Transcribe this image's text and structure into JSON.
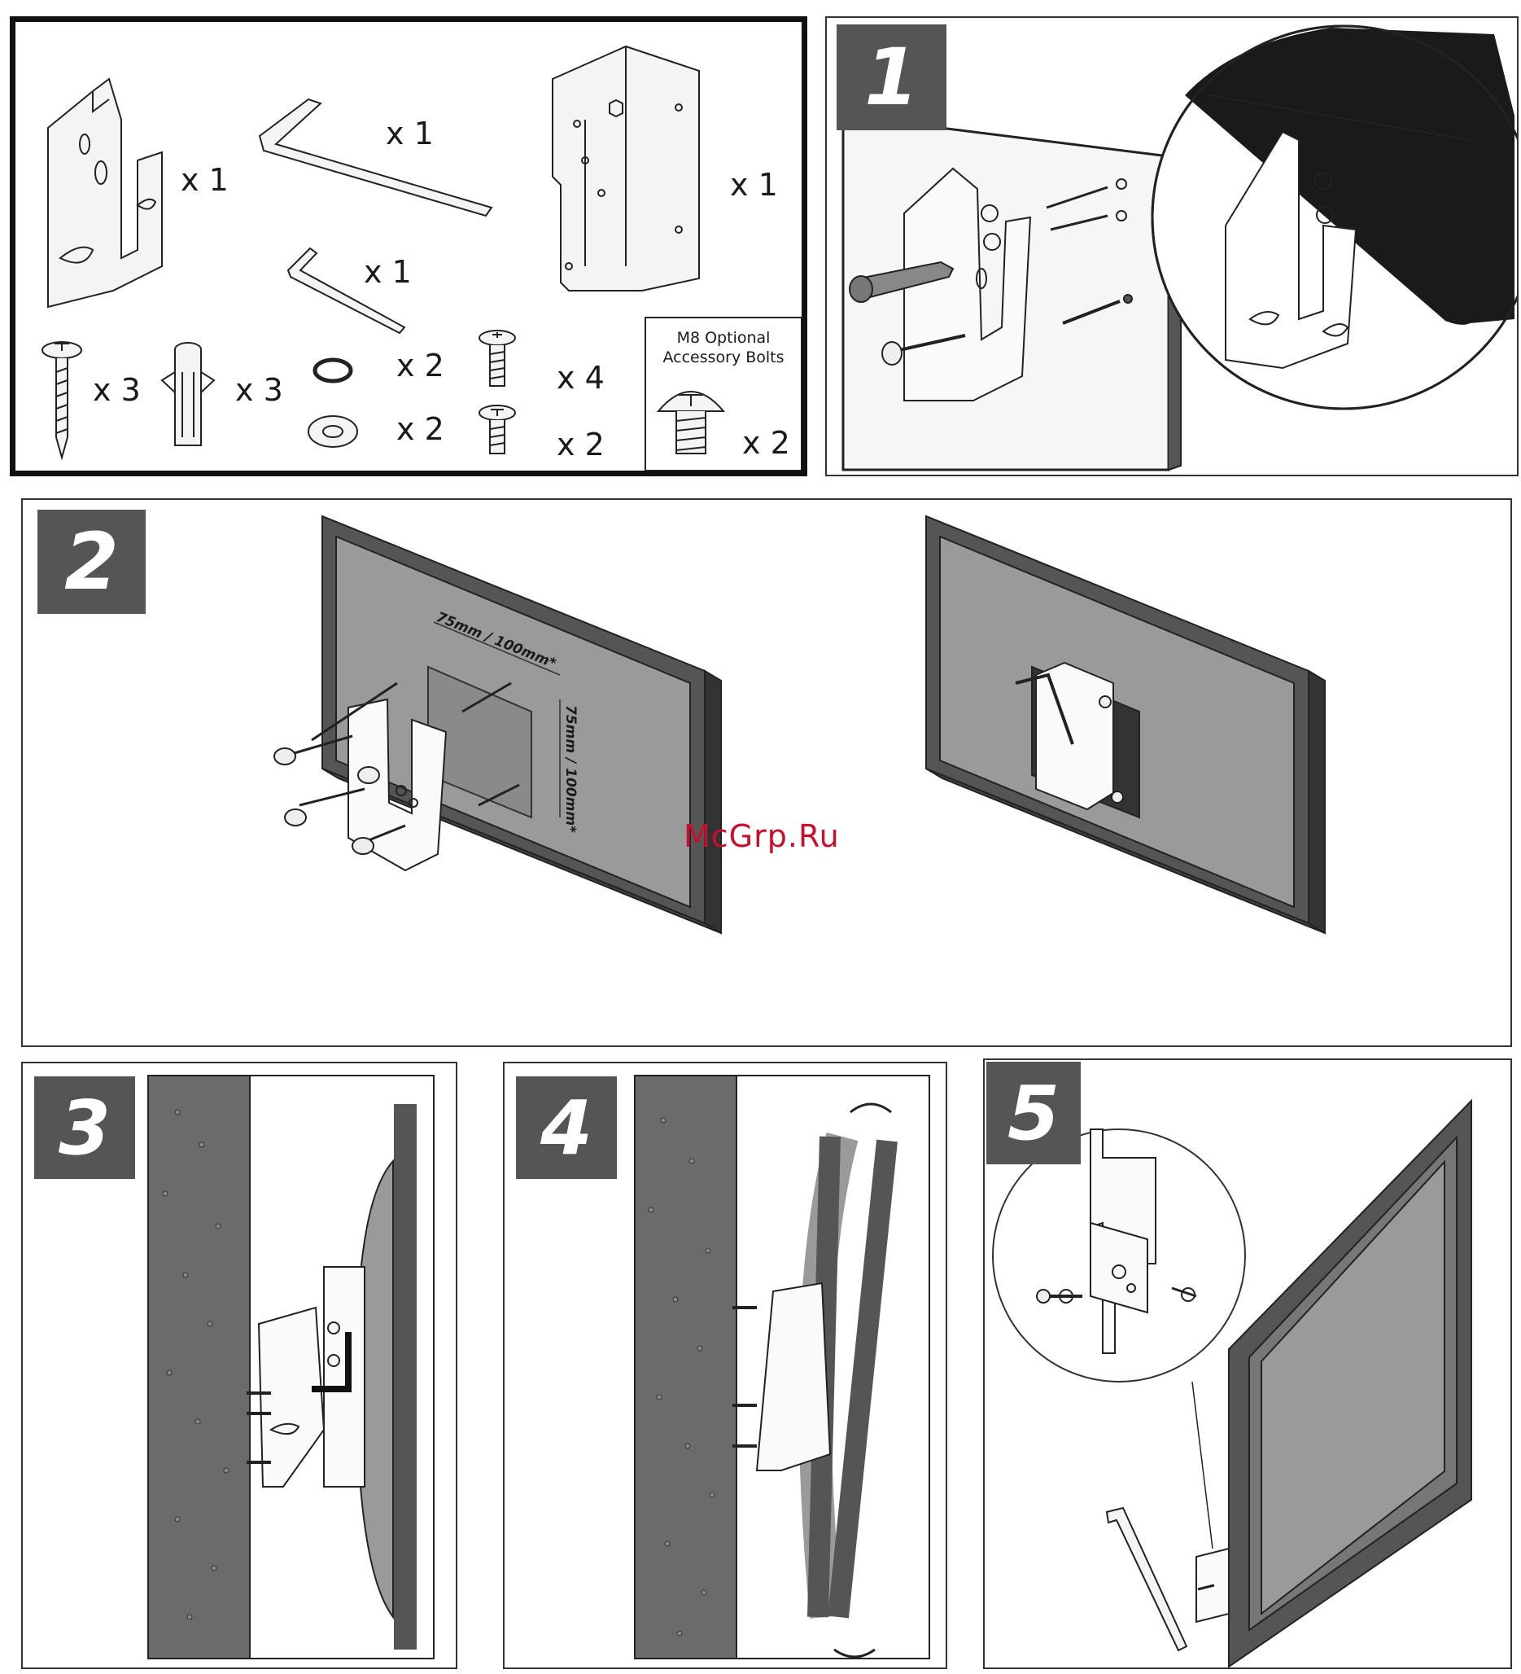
{
  "parts": {
    "bracket_qty": "x 1",
    "long_key_qty": "x 1",
    "short_key_qty": "x 1",
    "plate_qty": "x 1",
    "screw_qty": "x 3",
    "plug_qty": "x 3",
    "spring_washer_qty": "x 2",
    "flat_washer_qty": "x 2",
    "bolt_a_qty": "x 4",
    "bolt_b_qty": "x 2",
    "optional_title_line1": "M8 Optional",
    "optional_title_line2": "Accessory Bolts",
    "optional_qty": "x 2"
  },
  "steps": {
    "step1": "1",
    "step2": "2",
    "step3": "3",
    "step4": "4",
    "step5": "5"
  },
  "step2": {
    "dim_horizontal": "75mm / 100mm*",
    "dim_vertical": "75mm / 100mm*"
  },
  "watermark": "McGrp.Ru",
  "colors": {
    "badge": "#555555",
    "tv_frame": "#555555",
    "screen": "#9a9a9a",
    "wall": "#6b6b6b",
    "watermark": "#c8102e"
  }
}
